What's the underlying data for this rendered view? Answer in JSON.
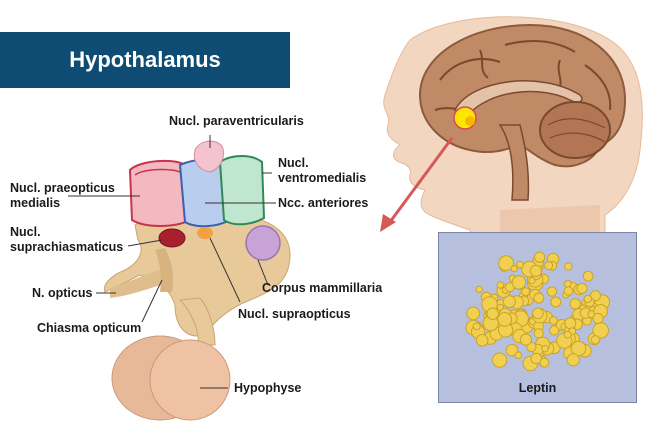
{
  "title": "Hypothalamus",
  "labels": {
    "paraventricularis": "Nucl. paraventricularis",
    "praeopticus": [
      "Nucl. praeopticus",
      "medialis"
    ],
    "ventromedialis": [
      "Nucl.",
      "ventromedialis"
    ],
    "anteriores": "Ncc. anteriores",
    "suprachiasmaticus": [
      "Nucl.",
      "suprachiasmaticus"
    ],
    "mammillaria": "Corpus mammillaria",
    "opticus": "N. opticus",
    "supraopticus": "Nucl. supraopticus",
    "chiasma": "Chiasma opticum",
    "hypophyse": "Hypophyse"
  },
  "inset": {
    "label": "Leptin"
  },
  "colors": {
    "banner": "#0f4c73",
    "skin": "#f3d6bf",
    "brain": "#c08a66",
    "arrow": "#d45a5a",
    "leptin_bg": "#b7bfde",
    "leptin_protein": "#f1d04f"
  },
  "icons": [
    "head-profile-illustration",
    "brain-illustration",
    "hypothalamus-3d-model",
    "leptin-protein-illustration"
  ]
}
